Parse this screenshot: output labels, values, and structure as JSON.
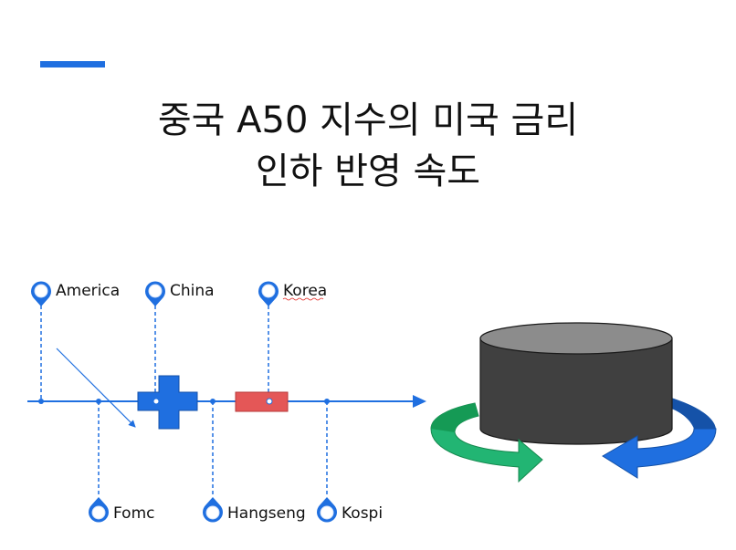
{
  "title": {
    "line1": "중국 A50 지수의 미국 금리",
    "line2": "인하 반영 속도"
  },
  "timeline": {
    "top_pins": [
      {
        "label": "America"
      },
      {
        "label": "China"
      },
      {
        "label": "Korea"
      }
    ],
    "bottom_pins": [
      {
        "label": "Fomc"
      },
      {
        "label": "Hangseng"
      },
      {
        "label": "Kospi"
      }
    ]
  },
  "colors": {
    "accent": "#1f6fe0",
    "pin": "#1f6fe0",
    "cross": "#1f6fe0",
    "red_box": "#e45757",
    "cylinder_top": "#8c8c8c",
    "cylinder_body": "#404040",
    "green_arrow": "#22b573",
    "blue_arrow": "#1f6fe0"
  }
}
